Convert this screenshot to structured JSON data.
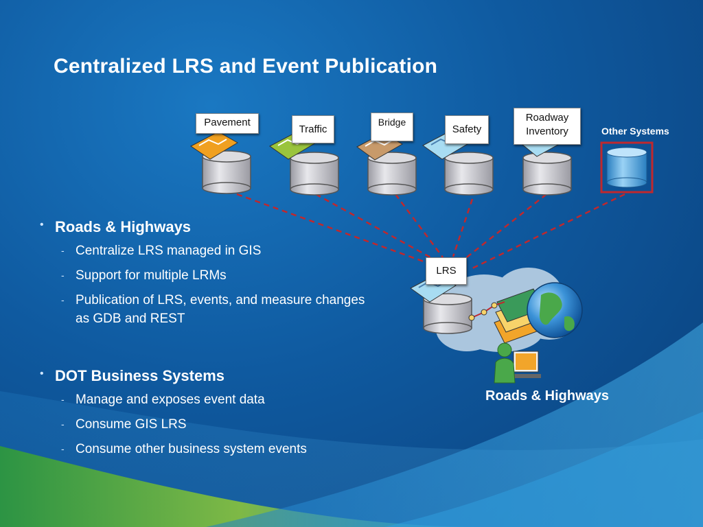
{
  "title": "Centralized LRS and Event Publication",
  "diagram": {
    "sources": [
      {
        "label": "Pavement"
      },
      {
        "label": "Traffic"
      },
      {
        "label": "Bridge"
      },
      {
        "label": "Safety"
      },
      {
        "label": "Roadway\nInventory"
      }
    ],
    "other_systems_label": "Other Systems",
    "lrs_label": "LRS",
    "roads_label": "Roads & Highways",
    "colors": {
      "connector": "#c0282d",
      "other_box": "#c0282d",
      "db_gray": "#c8c8cc",
      "db_blue": "#4aa0dc"
    },
    "icons": [
      "database-icon",
      "map-layer-icon",
      "globe-icon",
      "cloud-icon",
      "user-at-computer-icon"
    ]
  },
  "bullets": [
    {
      "heading": "Roads & Highways",
      "items": [
        "Centralize LRS managed in GIS",
        "Support for multiple LRMs",
        "Publication of LRS, events, and measure changes as GDB and REST"
      ]
    },
    {
      "heading": "DOT Business Systems",
      "items": [
        "Manage and exposes event data",
        "Consume GIS LRS",
        "Consume other business system events"
      ]
    }
  ]
}
